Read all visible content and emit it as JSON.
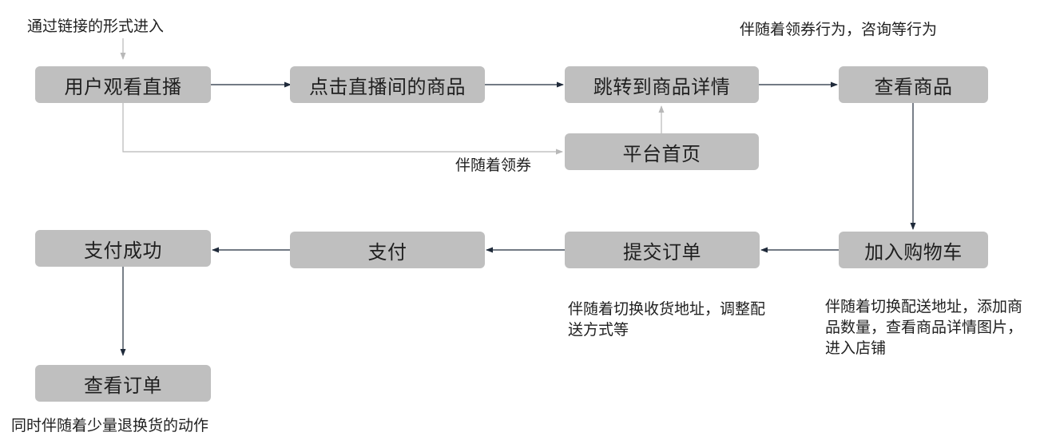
{
  "nodes": {
    "watch_live": "用户观看直播",
    "click_product": "点击直播间的商品",
    "jump_detail": "跳转到商品详情",
    "view_product": "查看商品",
    "platform_home": "平台首页",
    "add_cart": "加入购物车",
    "submit_order": "提交订单",
    "pay": "支付",
    "pay_success": "支付成功",
    "view_order": "查看订单"
  },
  "notes": {
    "enter_via_link": "通过链接的形式进入",
    "with_coupon_consult": "伴随着领券行为，咨询等行为",
    "with_coupon": "伴随着领券",
    "cart_actions": "伴随着切换配送地址，添加商品数量，查看商品详情图片，进入店铺",
    "order_actions": "伴随着切换收货地址，调整配送方式等",
    "after_sale": "同时伴随着少量退换货的动作"
  },
  "colors": {
    "node_fill": "#bfbfbf",
    "arrow_dark": "#1f2a3a",
    "arrow_light": "#b8b8b8"
  }
}
